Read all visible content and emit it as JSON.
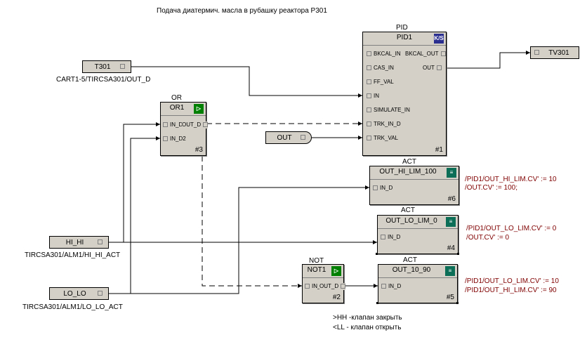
{
  "title": "Подача диатермич. масла в рубашку  реактора Р301",
  "pid": {
    "type_label": "PID",
    "name": "PID1",
    "icon": "pid-icon",
    "pins_left": [
      "BKCAL_IN",
      "CAS_IN",
      "FF_VAL",
      "IN",
      "SIMULATE_IN",
      "TRK_IN_D",
      "TRK_VAL"
    ],
    "pin_bkcal_out": "BKCAL_OUT",
    "pin_out": "OUT",
    "number": "#1"
  },
  "or_block": {
    "type_label": "OR",
    "name": "OR1",
    "icon": "or-gate-icon",
    "pin_in1": "IN_D1",
    "pin_out": "OUT_D",
    "pin_in2": "IN_D2",
    "number": "#3"
  },
  "not_block": {
    "type_label": "NOT",
    "name": "NOT1",
    "icon": "not-gate-icon",
    "pin_in": "IN_D",
    "pin_out": "OUT_D",
    "number": "#2"
  },
  "act_blocks": [
    {
      "type_label": "ACT",
      "name": "OUT_HI_LIM_100",
      "pin": "IN_D",
      "number": "#6",
      "expr": [
        "/PID1/OUT_HI_LIM.CV' := 10",
        "/OUT.CV' := 100;"
      ]
    },
    {
      "type_label": "ACT",
      "name": "OUT_LO_LIM_0",
      "pin": "IN_D",
      "number": "#4",
      "expr": [
        "/PID1/OUT_LO_LIM.CV' := 0",
        "/OUT.CV' := 0"
      ]
    },
    {
      "type_label": "ACT",
      "name": "OUT_10_90",
      "pin": "IN_D",
      "number": "#5",
      "expr": [
        "/PID1/OUT_LO_LIM.CV' := 10",
        "/PID1/OUT_HI_LIM.CV' := 90"
      ]
    }
  ],
  "tags": {
    "t301": {
      "label": "T301",
      "path": "CART1-5/TIRCSA301/OUT_D"
    },
    "tv301": {
      "label": "TV301"
    },
    "out": {
      "label": "OUT"
    },
    "hi_hi": {
      "label": "HI_HI",
      "path": "TIRCSA301/ALM1/HI_HI_ACT"
    },
    "lo_lo": {
      "label": "LO_LO",
      "path": "TIRCSA301/ALM1/LO_LO_ACT"
    }
  },
  "notes": [
    ">HH -клапан закрыть",
    "<LL - клапан открыть"
  ],
  "colors": {
    "block_fill": "#d4d0c8",
    "expression": "#800000"
  }
}
